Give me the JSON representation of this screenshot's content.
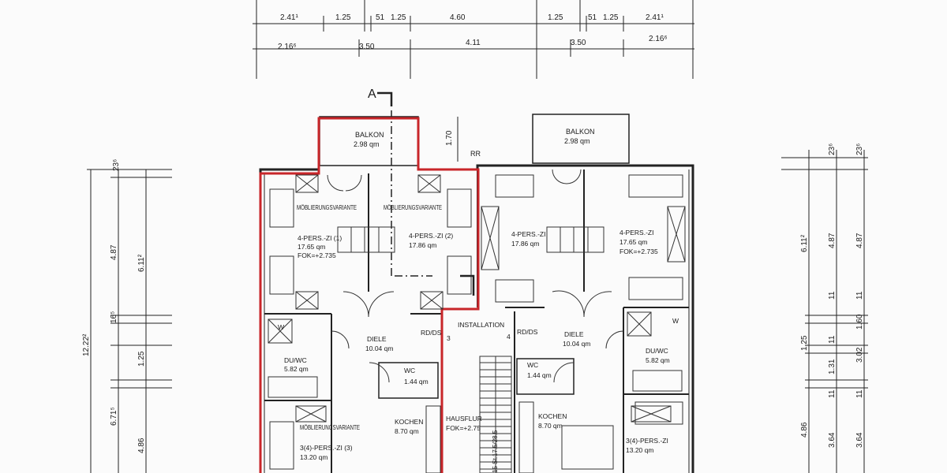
{
  "top_dims_row1": [
    "2.41¹",
    "1.25",
    "51",
    "1.25",
    "4.60",
    "1.25",
    "51",
    "1.25",
    "2.41¹"
  ],
  "top_dims_row2": [
    "2.16⁶",
    "3.50",
    "4.11",
    "3.50",
    "2.16⁶"
  ],
  "section_marker": "A",
  "balcony_dim": "1.70",
  "rr": "RR",
  "balcony_left": {
    "name": "BALKON",
    "area": "2.98 qm"
  },
  "balcony_right": {
    "name": "BALKON",
    "area": "2.98 qm"
  },
  "furnishing_variant": "MÖBLIERUNGSVARIANTE",
  "rooms": {
    "room1": {
      "name": "4-PERS.-ZI (1)",
      "area": "17.65 qm",
      "fok": "FOK=+2.735"
    },
    "room2": {
      "name": "4-PERS.-ZI (2)",
      "area": "17.86 qm"
    },
    "room3": {
      "name": "4-PERS.-ZI",
      "area": "17.86 qm"
    },
    "room4": {
      "name": "4-PERS.-ZI",
      "area": "17.65 qm",
      "fok": "FOK=+2.735"
    },
    "diele_left": {
      "name": "DIELE",
      "area": "10.04 qm"
    },
    "diele_right": {
      "name": "DIELE",
      "area": "10.04 qm"
    },
    "duwc_left": {
      "name": "DU/WC",
      "area": "5.82 qm"
    },
    "duwc_right": {
      "name": "DU/WC",
      "area": "5.82 qm"
    },
    "wc_left": {
      "name": "WC",
      "area": "1.44 qm"
    },
    "wc_right": {
      "name": "WC",
      "area": "1.44 qm"
    },
    "kochen_left": {
      "name": "KOCHEN",
      "area": "8.70 qm"
    },
    "kochen_right": {
      "name": "KOCHEN",
      "area": "8.70 qm"
    },
    "room5": {
      "name": "3(4)-PERS.-ZI (3)",
      "area": "13.20 qm"
    },
    "room6": {
      "name": "3(4)-PERS.-ZI",
      "area": "13.20 qm"
    },
    "installation": "INSTALLATION",
    "hausflur": {
      "name": "HAUSFLUR",
      "fok": "FOK=+2.75"
    },
    "stair_text": "15 St.17.5/28.5"
  },
  "rdds": "RD/DS",
  "w_label": "W",
  "unit_nums": {
    "n3": "3",
    "n4": "4"
  },
  "left_dims": {
    "top": "23⁶",
    "a": "4.87",
    "b": "6.11²",
    "c": "16⁵",
    "total": "12.22²",
    "d": "1.25",
    "e": "6.71⁵",
    "f": "4.86"
  },
  "right_dims": {
    "top1": "23⁶",
    "top2": "23⁶",
    "a": "6.11²",
    "b": "4.87",
    "c": "4.87",
    "d": "11",
    "e": "11",
    "f": "1.25",
    "g": "11",
    "h": "1.60",
    "i": "3.02",
    "j": "1.31",
    "k": "11",
    "l": "11",
    "m": "4.86",
    "n": "3.64",
    "o": "3.64"
  }
}
